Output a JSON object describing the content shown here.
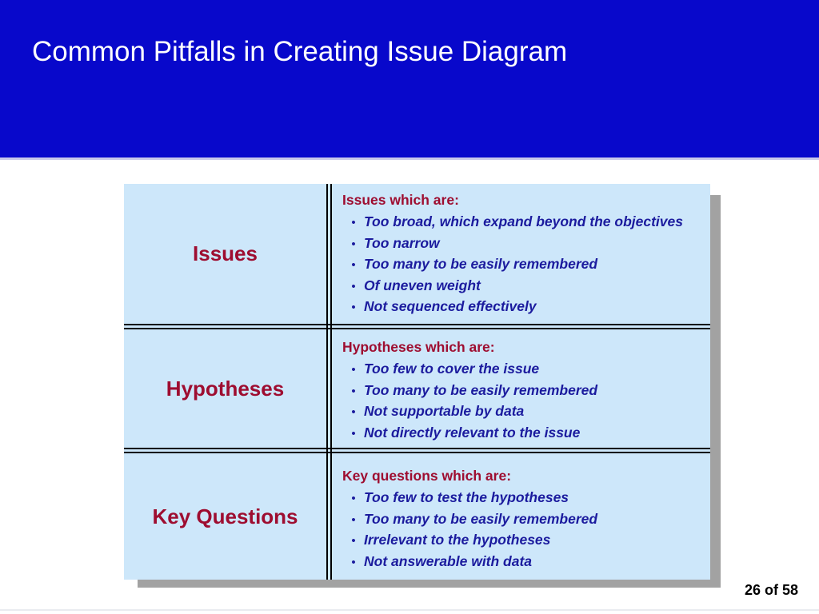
{
  "slide": {
    "title": "Common Pitfalls in Creating Issue Diagram",
    "page_indicator": "26 of 58"
  },
  "colors": {
    "header_bg": "#0808CB",
    "cell_bg": "#CDE7FA",
    "accent_red": "#9E0D30",
    "bullet_blue": "#1B1B9E",
    "shadow_gray": "#A2A2A2"
  },
  "icons": {
    "bullet": "•"
  },
  "table": {
    "rows": [
      {
        "label": "Issues",
        "heading": "Issues which are:",
        "bullets": [
          "Too broad, which expand beyond the objectives",
          "Too narrow",
          "Too many to be easily remembered",
          "Of uneven weight",
          "Not sequenced effectively"
        ]
      },
      {
        "label": "Hypotheses",
        "heading": "Hypotheses which are:",
        "bullets": [
          "Too few to cover the issue",
          "Too many to be easily remembered",
          "Not supportable by data",
          "Not directly relevant to the issue"
        ]
      },
      {
        "label": "Key Questions",
        "heading": "Key questions which are:",
        "bullets": [
          "Too few to test the hypotheses",
          "Too many to be easily remembered",
          "Irrelevant to the hypotheses",
          "Not answerable with data"
        ]
      }
    ]
  }
}
